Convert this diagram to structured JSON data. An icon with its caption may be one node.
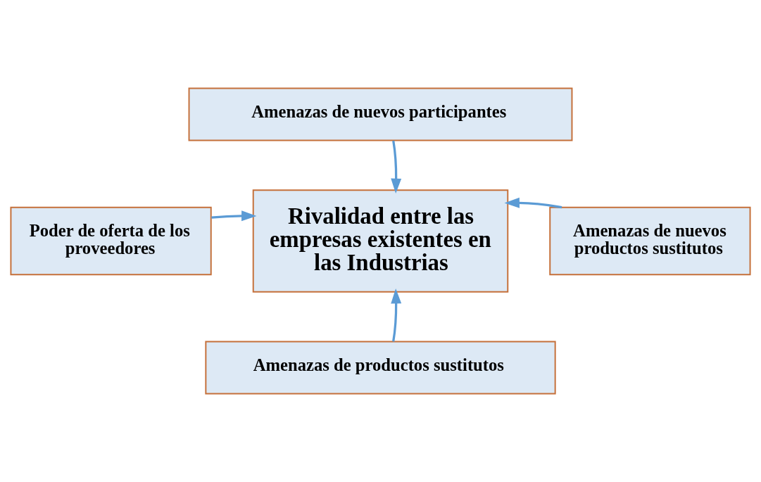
{
  "diagram": {
    "nodes": [
      {
        "text": [
          "Amenazas de nuevos participantes"
        ]
      },
      {
        "text": [
          "Poder de oferta de los proveedores"
        ]
      },
      {
        "text": [
          "Rivalidad entre las empresas existentes en las Industrias"
        ]
      },
      {
        "text": [
          "Amenazas de nuevos productos sustitutos"
        ]
      },
      {
        "text": [
          "Amenazas de productos sustitutos"
        ]
      }
    ],
    "edges": [
      {
        "from": 0,
        "to": 2,
        "arrow": "to"
      },
      {
        "from": 1,
        "to": 2,
        "arrow": "to"
      },
      {
        "from": 3,
        "to": 2,
        "arrow": "to"
      },
      {
        "from": 4,
        "to": 2,
        "arrow": "to"
      }
    ]
  }
}
